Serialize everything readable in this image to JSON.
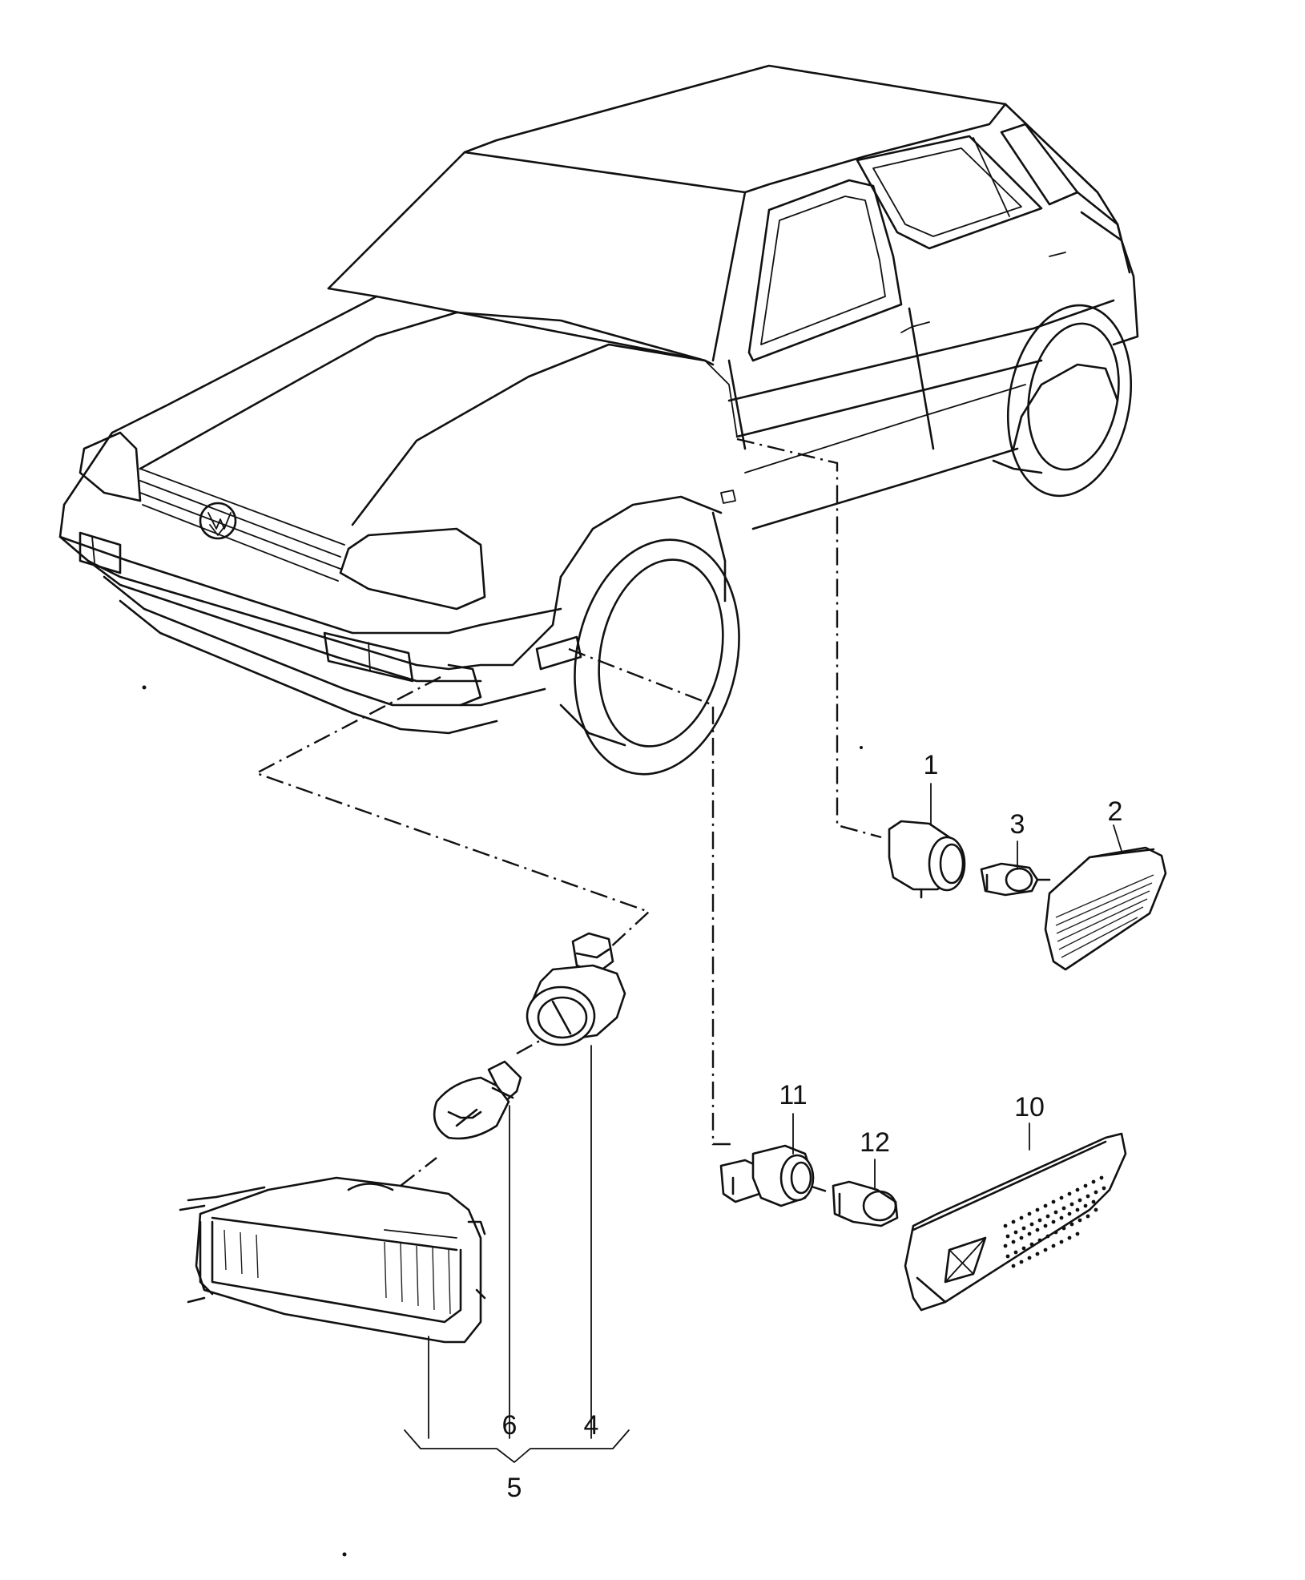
{
  "diagram": {
    "callouts": [
      {
        "id": "c1",
        "text": "1"
      },
      {
        "id": "c2",
        "text": "2"
      },
      {
        "id": "c3",
        "text": "3"
      },
      {
        "id": "c4",
        "text": "4"
      },
      {
        "id": "c5",
        "text": "5"
      },
      {
        "id": "c6",
        "text": "6"
      },
      {
        "id": "c10",
        "text": "10"
      },
      {
        "id": "c11",
        "text": "11"
      },
      {
        "id": "c12",
        "text": "12"
      }
    ]
  }
}
